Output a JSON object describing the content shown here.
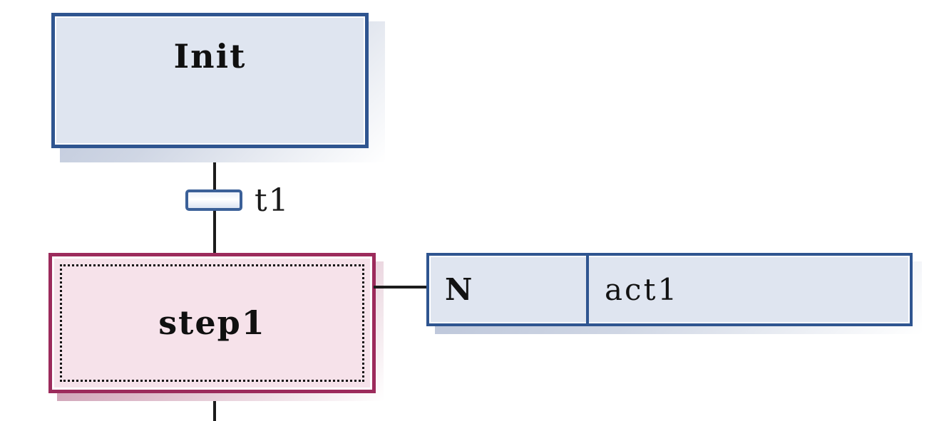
{
  "diagram": {
    "type": "sequential-function-chart",
    "steps": [
      {
        "id": "init",
        "label": "Init",
        "kind": "initial-step",
        "selected": false,
        "fill": "#dfe5f0",
        "border": "#2f5590"
      },
      {
        "id": "step1",
        "label": "step1",
        "kind": "step",
        "selected": true,
        "fill": "#f6e2ea",
        "border": "#9c2b5c"
      }
    ],
    "transitions": [
      {
        "id": "t1",
        "label": "t1",
        "from": "init",
        "to": "step1",
        "fill": "#eef2fa",
        "border": "#3b6098"
      }
    ],
    "action_blocks": [
      {
        "attached_to": "step1",
        "qualifier": "N",
        "action_name": "act1",
        "fill": "#dfe5f0",
        "border": "#2f5590"
      }
    ],
    "connector_color": "#1c1c1c"
  }
}
